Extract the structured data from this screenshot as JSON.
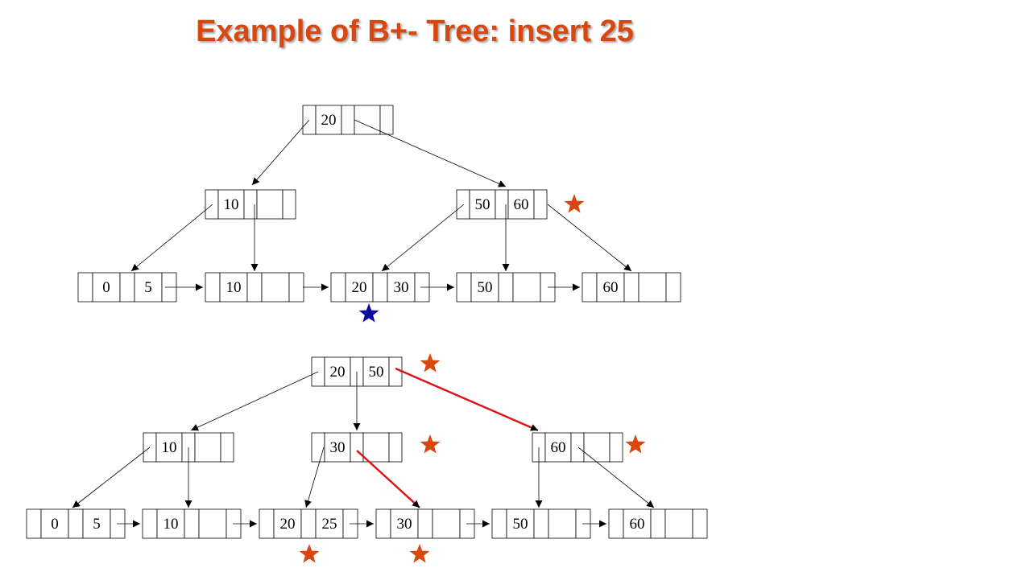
{
  "title": "Example of B+- Tree: insert 25",
  "colors": {
    "title": "#d8470f",
    "star_changed": "#d8470f",
    "star_target": "#0a0aa0",
    "new_pointer": "#e01010",
    "line": "#000000"
  },
  "before": {
    "root": [
      "20",
      "",
      "",
      ""
    ],
    "internal_left": [
      "10",
      "",
      "",
      ""
    ],
    "internal_right": [
      "50",
      "60",
      "",
      ""
    ],
    "leaves": [
      [
        "0",
        "5"
      ],
      [
        "10",
        ""
      ],
      [
        "20",
        "30"
      ],
      [
        "50",
        ""
      ],
      [
        "60",
        ""
      ]
    ]
  },
  "after": {
    "root": [
      "20",
      "50",
      "",
      ""
    ],
    "internal_left": [
      "10",
      "",
      "",
      ""
    ],
    "internal_middle": [
      "30",
      "",
      "",
      ""
    ],
    "internal_right": [
      "60",
      "",
      "",
      ""
    ],
    "leaves": [
      [
        "0",
        "5"
      ],
      [
        "10",
        ""
      ],
      [
        "20",
        "25"
      ],
      [
        "30",
        ""
      ],
      [
        "50",
        ""
      ],
      [
        "60",
        ""
      ]
    ]
  }
}
